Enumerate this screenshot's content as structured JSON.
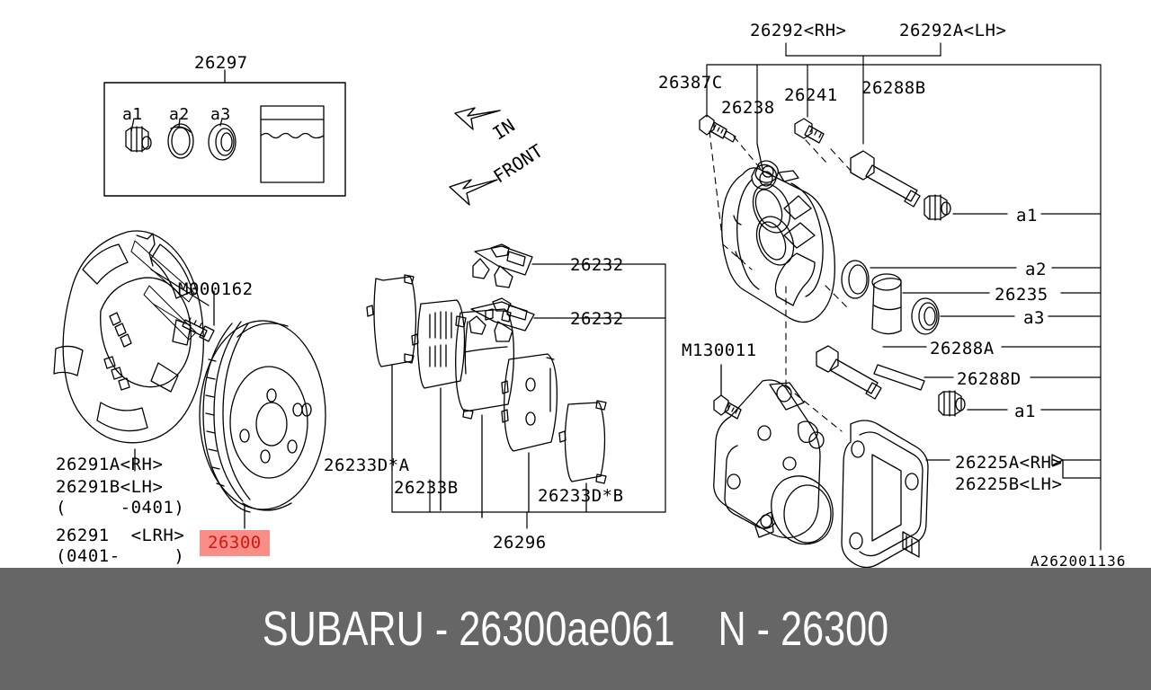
{
  "diagram": {
    "id_code": "A262001136",
    "orientation_arrows": [
      {
        "name": "in-arrow",
        "label": "IN"
      },
      {
        "name": "front-arrow",
        "label": "FRONT"
      }
    ],
    "highlight": {
      "part_number": "26300",
      "bg_color": "#f98e88",
      "text_color": "#d01a12"
    },
    "kit_box": {
      "part_number": "26297",
      "items": [
        "a1",
        "a2",
        "a3"
      ]
    },
    "labels": {
      "backing_plate_rh": "26291A<RH>",
      "backing_plate_lh": "26291B<LH>",
      "backing_plate_date": "(     -0401)",
      "backing_plate_lrh": "26291  <LRH>",
      "backing_plate_lrh_date": "(0401-     )",
      "plate_bolt": "M000162",
      "pad_shim_outer": "26233D*A",
      "pad_set": "26233B",
      "pad_shim_inner": "26233D*B",
      "pad_kit": "26296",
      "clip_upper": "26232",
      "clip_lower": "26232",
      "caliper_rh": "26292<RH>",
      "caliper_lh": "26292A<LH>",
      "bleeder_screw": "26387C",
      "bolt_26238": "26238",
      "pin_26241": "26241",
      "pin_boot_26288b": "26288B",
      "piston_seal_a1_top": "a1",
      "seal_a2": "a2",
      "piston": "26235",
      "seal_a3": "a3",
      "guide_pin_26288a": "26288A",
      "guide_pin_26288d": "26288D",
      "pin_boot_a1_bottom": "a1",
      "knuckle_bolt": "M130011",
      "bracket_rh": "26225A<RH>",
      "bracket_lh": "26225B<LH>"
    }
  },
  "footer": {
    "brand": "SUBARU",
    "separator": "-",
    "part_code": "26300ae061",
    "group_letter": "N",
    "group_number": "26300",
    "full_text": "SUBARU - 26300ae061    N - 26300",
    "background_color": "#666666",
    "text_color": "#ffffff"
  }
}
